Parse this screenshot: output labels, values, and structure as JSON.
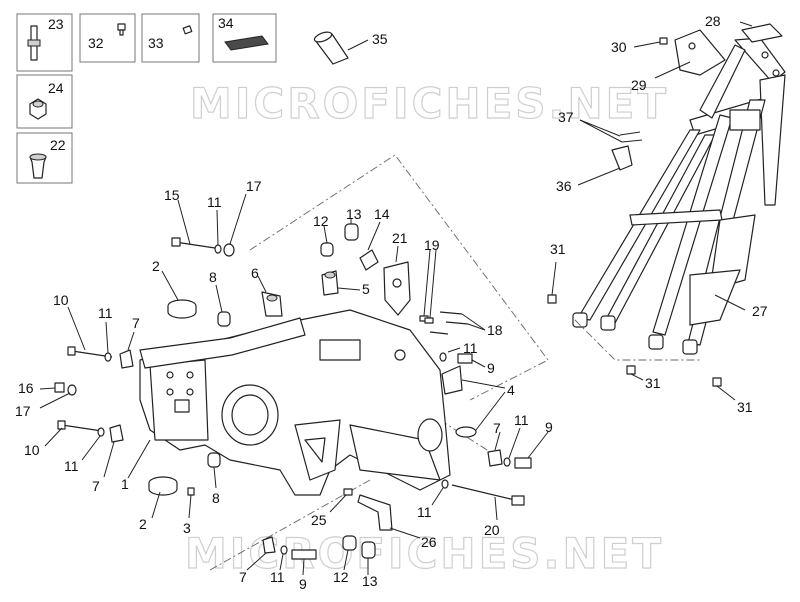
{
  "watermark": "MICROFICHES.NET",
  "legend_boxes": [
    {
      "id": "box-23",
      "label": "23"
    },
    {
      "id": "box-24",
      "label": "24"
    },
    {
      "id": "box-22",
      "label": "22"
    },
    {
      "id": "box-32",
      "label": "32"
    },
    {
      "id": "box-33",
      "label": "33"
    },
    {
      "id": "box-34",
      "label": "34"
    }
  ],
  "callouts": {
    "c35": "35",
    "c28": "28",
    "c30": "30",
    "c29": "29",
    "c37": "37",
    "c36": "36",
    "c15": "15",
    "c11a": "11",
    "c17a": "17",
    "c2a": "2",
    "c8a": "8",
    "c6": "6",
    "c12a": "12",
    "c13a": "13",
    "c14": "14",
    "c21": "21",
    "c19": "19",
    "c5": "5",
    "c18": "18",
    "c31a": "31",
    "c27": "27",
    "c31b": "31",
    "c31c": "31",
    "c10a": "10",
    "c11b": "11",
    "c7a": "7",
    "c11c": "11",
    "c9a": "9",
    "c4": "4",
    "c16": "16",
    "c17b": "17",
    "c10b": "10",
    "c11d": "11",
    "c7b": "7",
    "c1": "1",
    "c7c": "7",
    "c11e": "11",
    "c9b": "9",
    "c2b": "2",
    "c8b": "8",
    "c3": "3",
    "c25": "25",
    "c26": "26",
    "c11f": "11",
    "c20": "20",
    "c7d": "7",
    "c11g": "11",
    "c9c": "9",
    "c12b": "12",
    "c13b": "13"
  }
}
